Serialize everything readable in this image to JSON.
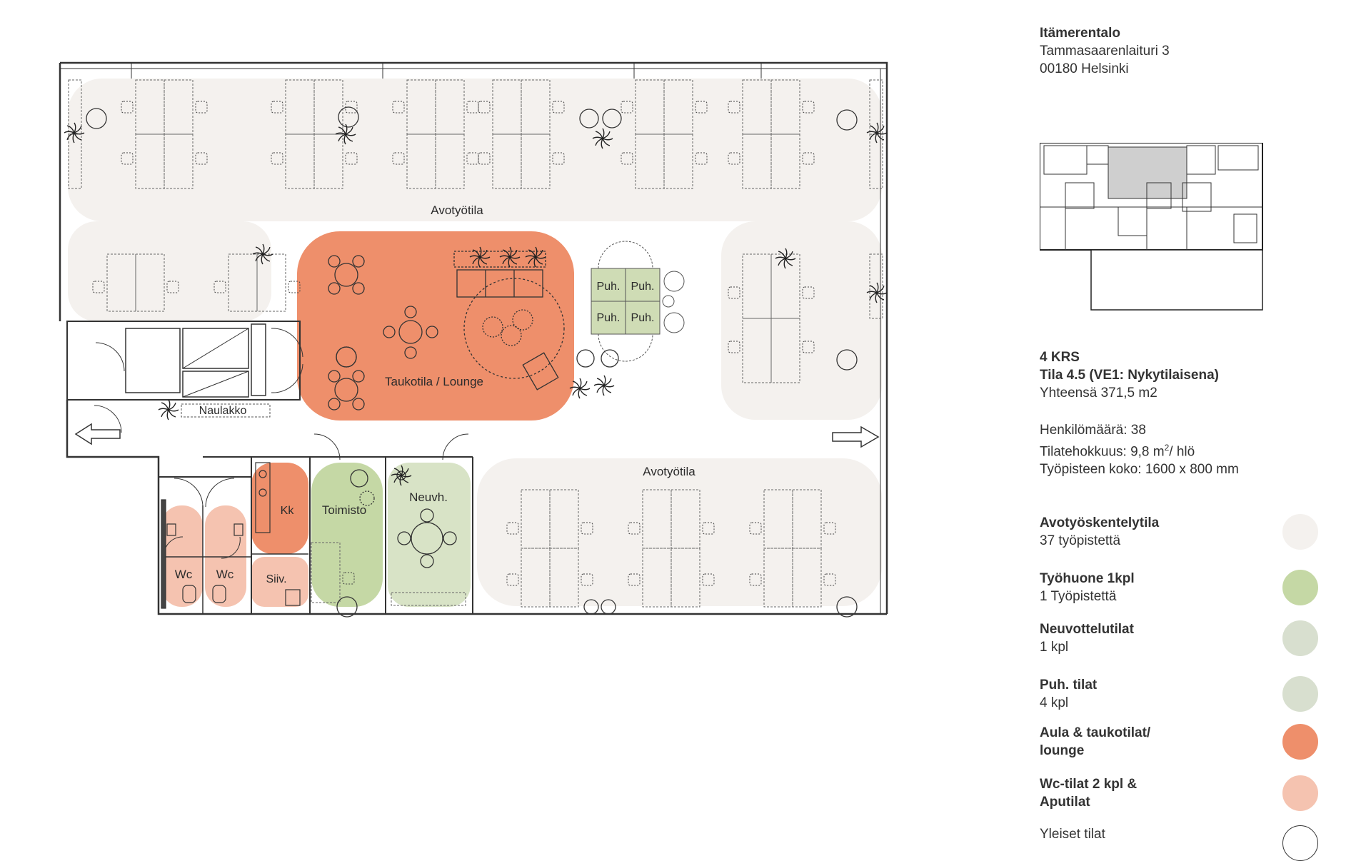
{
  "building": {
    "name": "Itämerentalo",
    "street": "Tammasaarenlaituri 3",
    "city": "00180 Helsinki"
  },
  "floor": {
    "level": "4 KRS",
    "space": "Tila 4.5 (VE1: Nykytilaisena)",
    "total_area": "Yhteensä 371,5 m2",
    "occupancy": "Henkilömäärä: 38",
    "efficiency_prefix": "Tilatehokkuus:  9,8 m",
    "efficiency_sup": "2",
    "efficiency_suffix": "/ hlö",
    "desk_size": "Työpisteen koko: 1600 x 800 mm"
  },
  "legend": [
    {
      "name": "Avotyöskentelytila",
      "count": "37 työpistettä",
      "color": "#f4f1ee"
    },
    {
      "name": "Työhuone 1kpl",
      "count": "1 Työpistettä",
      "color": "#c5d8a5"
    },
    {
      "name": "Neuvottelutilat",
      "count": "1 kpl",
      "color": "#d8dfcf"
    },
    {
      "name": "Puh. tilat",
      "count": "4 kpl",
      "color": "#d8dfcf"
    },
    {
      "name": "Aula & taukotilat/",
      "count": "lounge",
      "color": "#ee8f6b",
      "name_only": true
    },
    {
      "name": "Wc-tilat 2 kpl &",
      "count": "Aputilat",
      "color": "#f5c3b0",
      "name_only": true
    },
    {
      "name": "Yleiset tilat",
      "count": "",
      "color": "#ffffff"
    }
  ],
  "rooms": {
    "open_office_top": "Avotyötila",
    "open_office_bottom": "Avotyötila",
    "lounge": "Taukotila / Lounge",
    "phone": "Puh.",
    "cloakroom": "Naulakko",
    "kitchen": "Kk",
    "office": "Toimisto",
    "meeting": "Neuvh.",
    "wc": "Wc",
    "cleaning": "Siiv."
  },
  "colors": {
    "open": "#f4f1ee",
    "office": "#c5d8a5",
    "phone": "#cfdcb5",
    "meeting": "#d8e3c6",
    "lounge": "#ee8f6b",
    "wc": "#f5c3b0",
    "wall": "#333333"
  }
}
